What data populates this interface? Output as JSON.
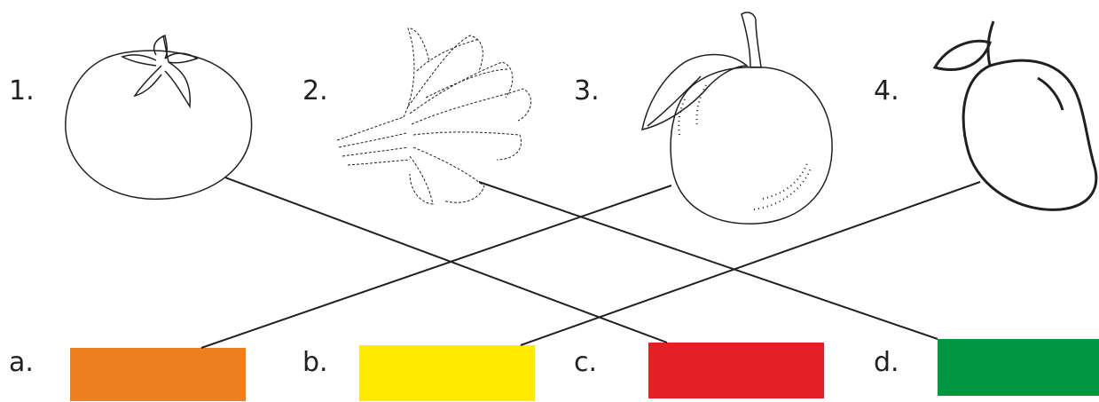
{
  "fruits": [
    {
      "label": "1.",
      "icon": "tomato-icon"
    },
    {
      "label": "2.",
      "icon": "spinach-icon"
    },
    {
      "label": "3.",
      "icon": "orange-icon"
    },
    {
      "label": "4.",
      "icon": "mango-icon"
    }
  ],
  "colors": [
    {
      "label": "a.",
      "color": "#ee7f1f"
    },
    {
      "label": "b.",
      "color": "#ffea00"
    },
    {
      "label": "c.",
      "color": "#e31e24"
    },
    {
      "label": "d.",
      "color": "#009640"
    }
  ]
}
